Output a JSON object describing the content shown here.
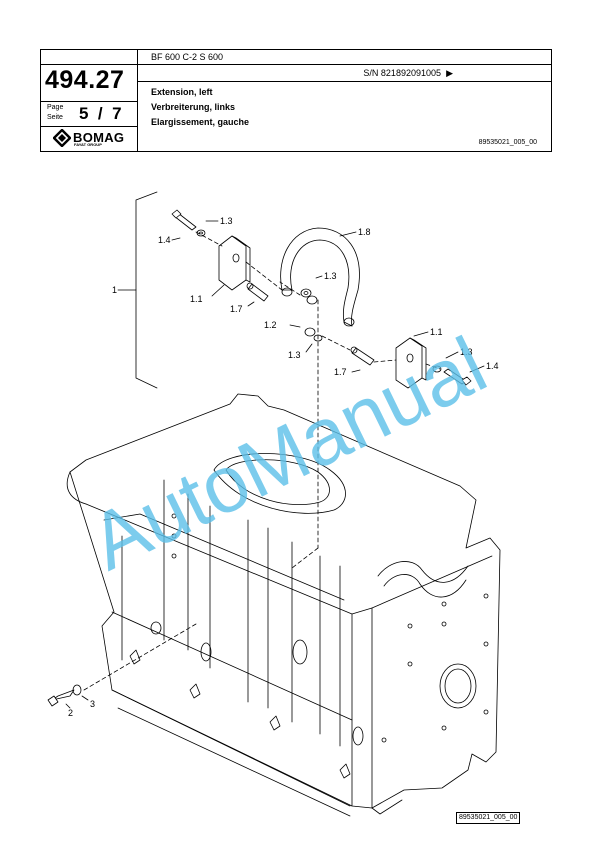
{
  "header": {
    "doc_number": "494.27",
    "page_label_en": "Page",
    "page_label_de": "Seite",
    "page_current": "5",
    "page_separator": "/",
    "page_total": "7",
    "brand": "BOMAG",
    "brand_sub": "FAYAT GROUP",
    "model": "BF 600 C-2 S 600",
    "serial": "S/N 821892091005",
    "serial_arrow": "▶",
    "title_en": "Extension, left",
    "title_de": "Verbreiterung, links",
    "title_fr": "Elargissement, gauche",
    "doc_code": "89535021_005_00"
  },
  "callouts": {
    "c1": "1",
    "c1_1a": "1.1",
    "c1_1b": "1.1",
    "c1_2": "1.2",
    "c1_3a": "1.3",
    "c1_3b": "1.3",
    "c1_3c": "1.3",
    "c1_3d": "1.3",
    "c1_4a": "1.4",
    "c1_4b": "1.4",
    "c1_7a": "1.7",
    "c1_7b": "1.7",
    "c1_8": "1.8",
    "c2": "2",
    "c3": "3"
  },
  "watermark": {
    "text": "AutoManual",
    "color": "#5bbfe8"
  },
  "footer": {
    "code": "89535021_005_00"
  }
}
